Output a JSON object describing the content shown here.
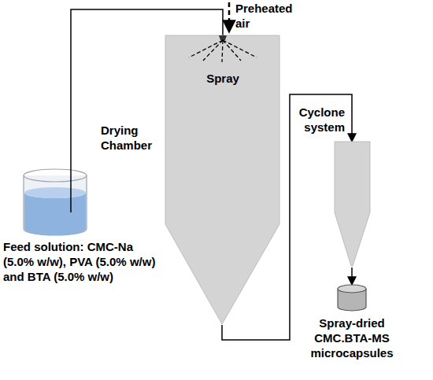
{
  "diagram": {
    "nodes": [
      {
        "text": [
          "Drying Chamber",
          "Spray"
        ]
      },
      {
        "text": [
          "Feed solution: CMC-Na (5.0% w/w), PVA (5.0% w/w) and BTA (5.0% w/w)"
        ]
      },
      {
        "text": [
          "Cyclone system"
        ]
      },
      {
        "text": [
          "Spray-dried CMC.BTA-MS microcapsules"
        ]
      }
    ],
    "edges": [
      {
        "from": 1,
        "to": 0,
        "arrow": "none"
      },
      {
        "from": 0,
        "to": 2,
        "arrow": "to"
      },
      {
        "from": 2,
        "to": 3,
        "arrow": "to"
      }
    ],
    "labels": [
      "Preheated air"
    ]
  }
}
